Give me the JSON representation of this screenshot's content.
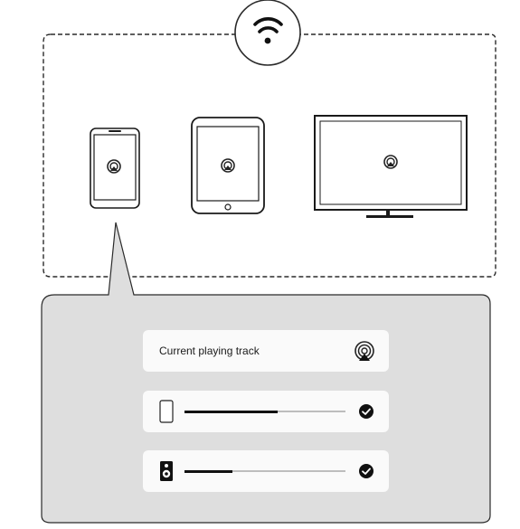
{
  "colors": {
    "outline": "#2a2a2a",
    "panel_fill": "#dedede",
    "row_fill": "#fafafa",
    "slider_track": "#bdbdbd",
    "slider_fill": "#111111"
  },
  "network": {
    "icon": "wifi-icon"
  },
  "devices": [
    {
      "name": "phone",
      "icon": "airplay-icon"
    },
    {
      "name": "tablet",
      "icon": "airplay-icon"
    },
    {
      "name": "tv",
      "icon": "airplay-icon"
    }
  ],
  "panel": {
    "now_playing": {
      "label": "Current playing track",
      "icon": "airplay-icon"
    },
    "outputs": [
      {
        "device_icon": "phone-icon",
        "volume": 0.58,
        "status_icon": "check-circle-icon"
      },
      {
        "device_icon": "speaker-icon",
        "volume": 0.3,
        "status_icon": "check-circle-icon"
      }
    ]
  }
}
